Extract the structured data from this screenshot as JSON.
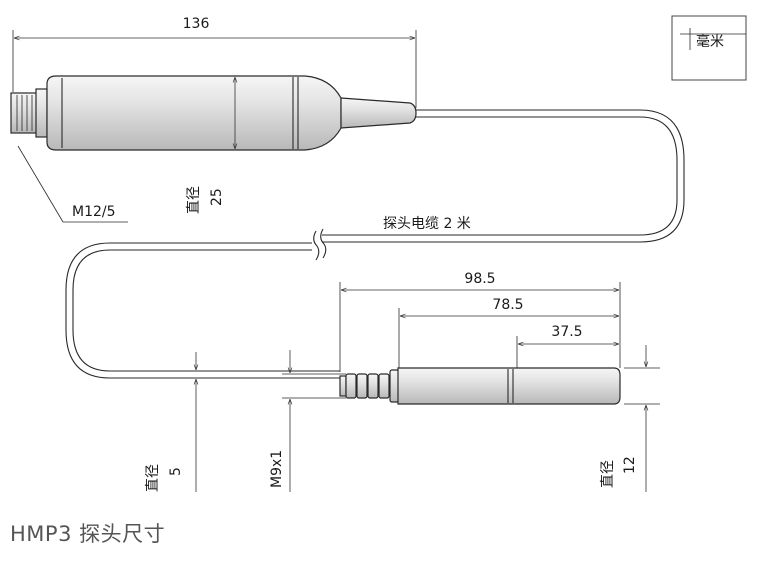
{
  "unit_label": "毫米",
  "caption": "HMP3 探头尺寸",
  "labels": {
    "total_length": "136",
    "connector": "M12/5",
    "body_diameter_name": "直径",
    "body_diameter_value": "25",
    "cable": "探头电缆 2 米",
    "probe_length_1": "98.5",
    "probe_length_2": "78.5",
    "probe_length_3": "37.5",
    "cable_diameter_name": "直径",
    "cable_diameter_value": "5",
    "thread": "M9x1",
    "tip_diameter_name": "直径",
    "tip_diameter_value": "12"
  }
}
